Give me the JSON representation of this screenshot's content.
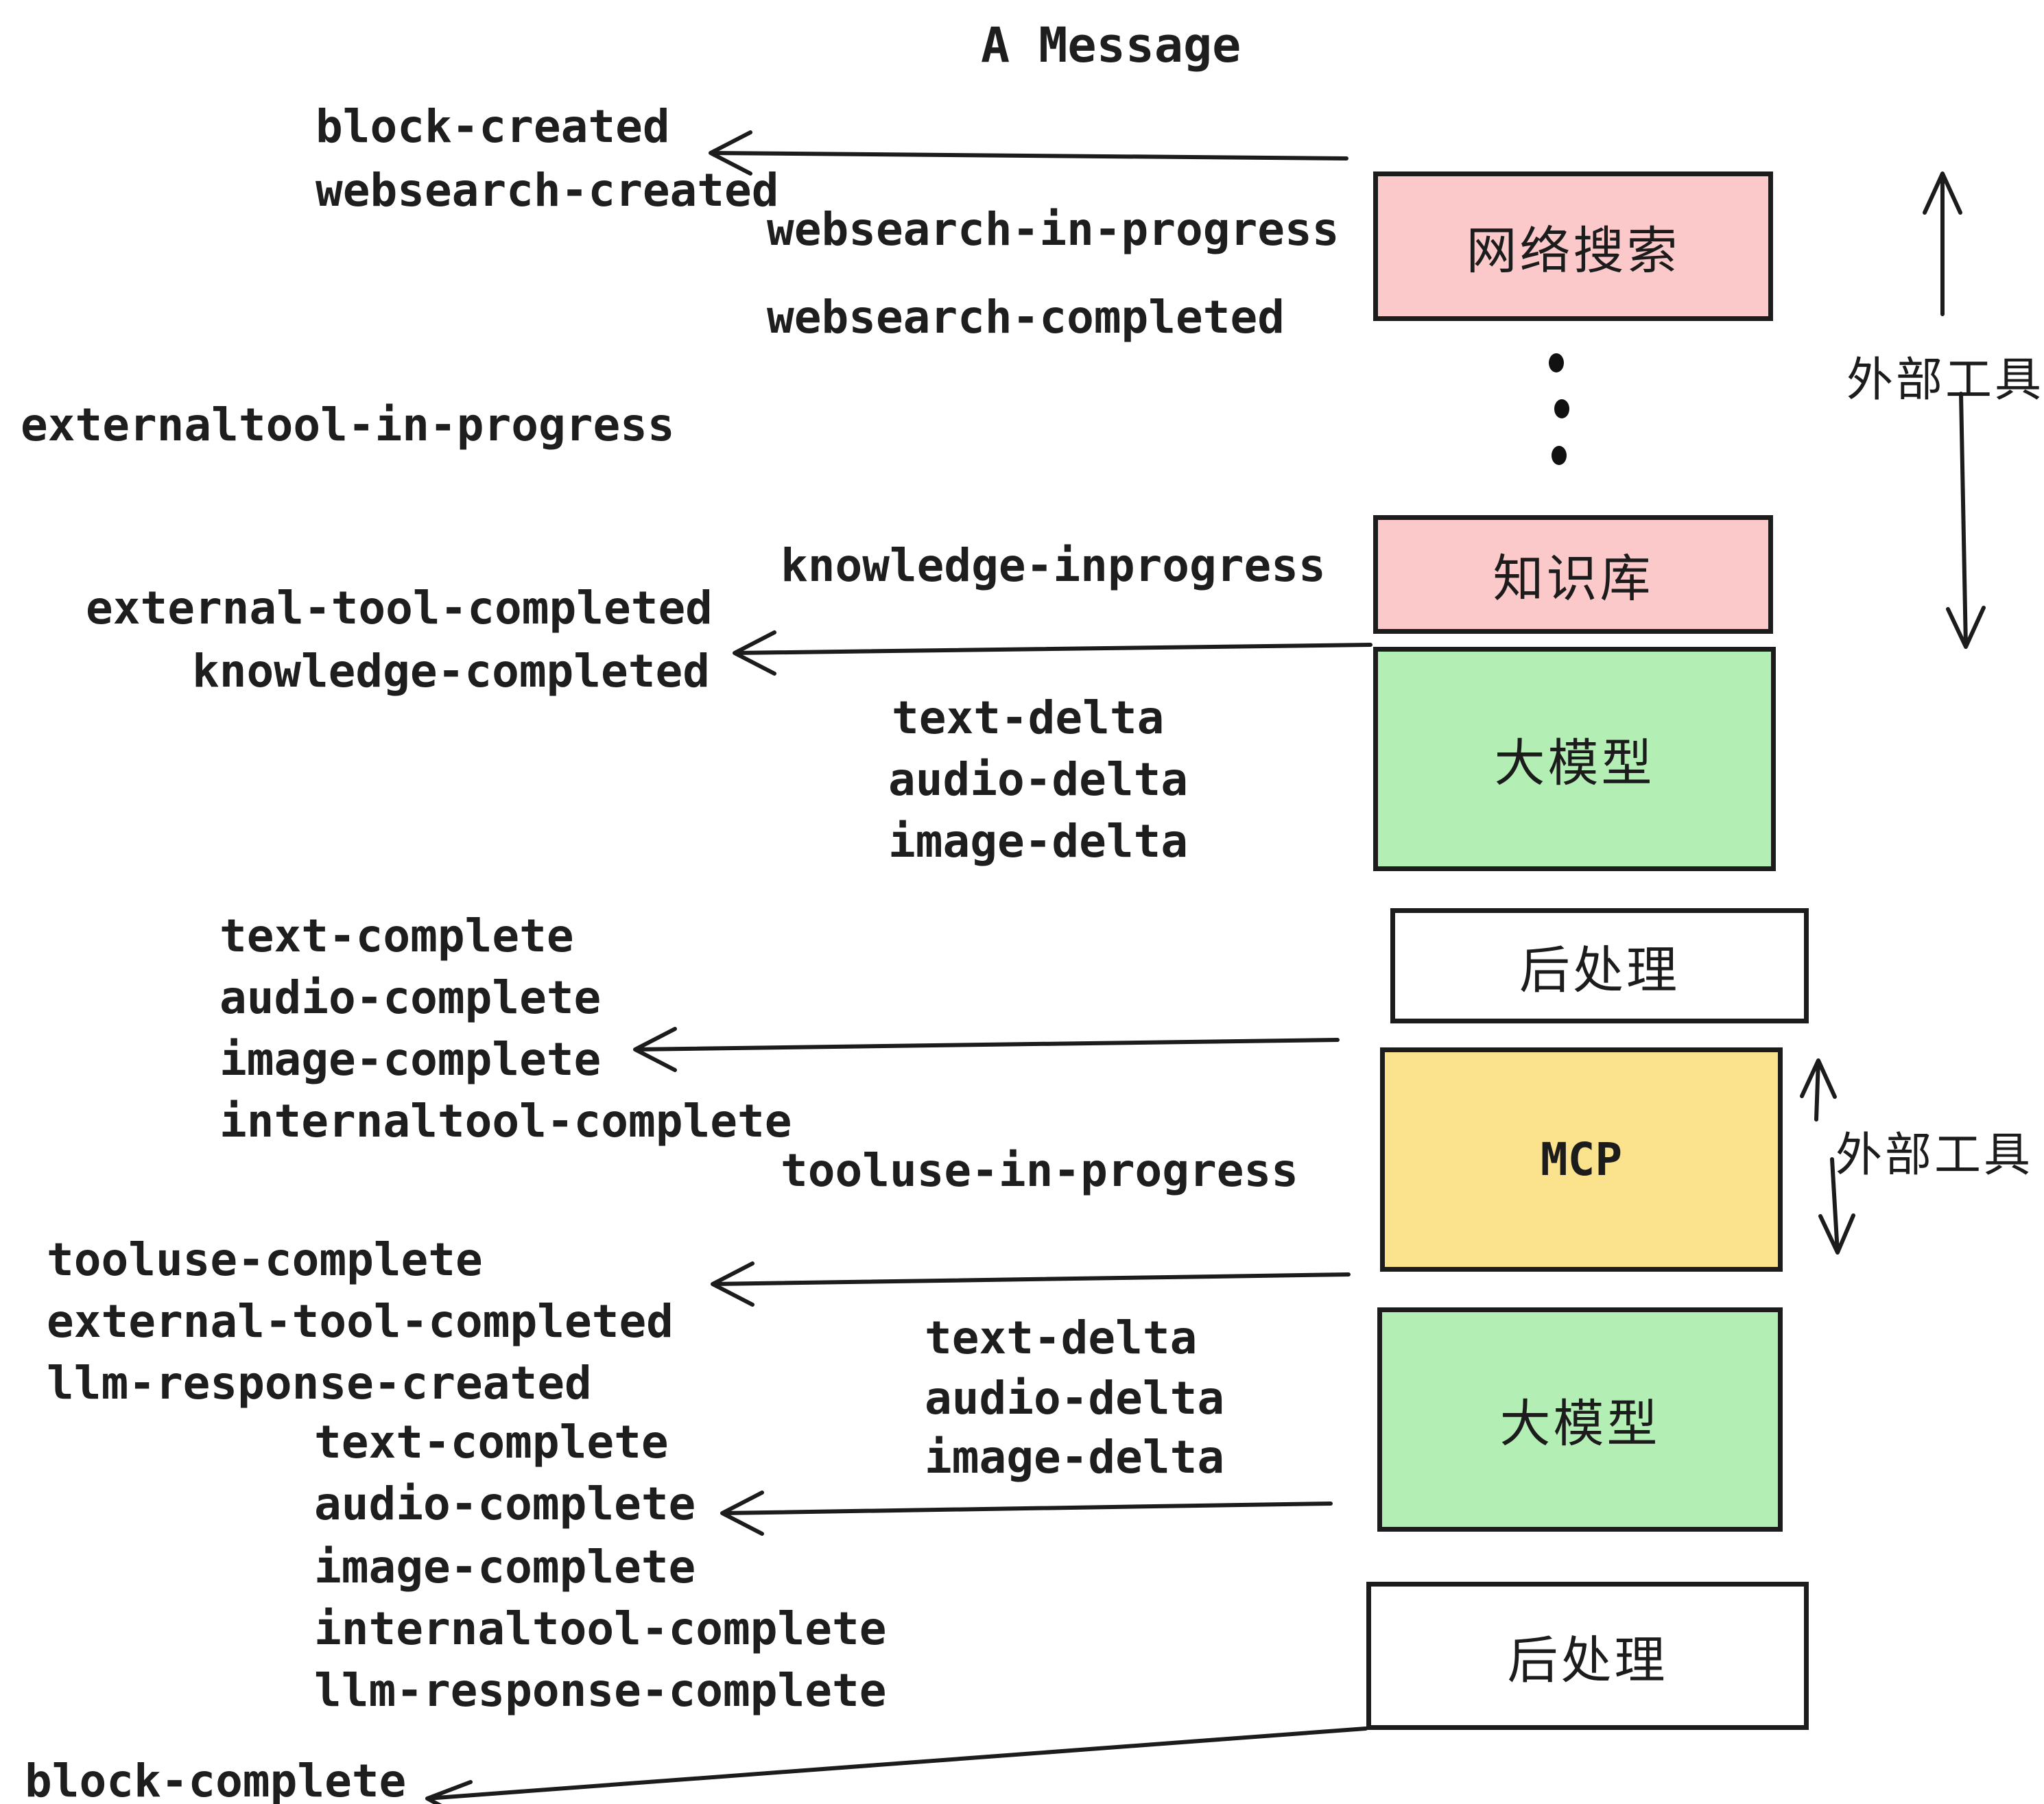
{
  "title": "A Message",
  "colors": {
    "pink": "#fbc9c9",
    "green": "#b3eeb4",
    "yellow": "#fae38c",
    "white": "#ffffff",
    "border": "#1c1c1c",
    "text": "#1e1e1e"
  },
  "boxes": [
    {
      "id": "websearch",
      "label": "网络搜索",
      "color": "#fbc9c9"
    },
    {
      "id": "knowledge",
      "label": "知识库",
      "color": "#fbc9c9"
    },
    {
      "id": "llm1",
      "label": "大模型",
      "color": "#b3eeb4"
    },
    {
      "id": "post1",
      "label": "后处理",
      "color": "#ffffff"
    },
    {
      "id": "mcp",
      "label": "MCP",
      "color": "#fae38c"
    },
    {
      "id": "llm2",
      "label": "大模型",
      "color": "#b3eeb4"
    },
    {
      "id": "post2",
      "label": "后处理",
      "color": "#ffffff"
    }
  ],
  "side_labels": {
    "external_tools_top": "外部工具",
    "external_tools_bottom": "外部工具"
  },
  "events": {
    "block_created": "block-created",
    "websearch_created": "websearch-created",
    "websearch_in_progress": "websearch-in-progress",
    "websearch_completed": "websearch-completed",
    "externaltool_in_progress": "externaltool-in-progress",
    "knowledge_inprogress": "knowledge-inprogress",
    "external_tool_completed_1": "external-tool-completed",
    "knowledge_completed": "knowledge-completed",
    "text_delta_1": "text-delta",
    "audio_delta_1": "audio-delta",
    "image_delta_1": "image-delta",
    "text_complete_1": "text-complete",
    "audio_complete_1": "audio-complete",
    "image_complete_1": "image-complete",
    "internaltool_complete_1": "internaltool-complete",
    "tooluse_in_progress": "tooluse-in-progress",
    "tooluse_complete": "tooluse-complete",
    "external_tool_completed_2": "external-tool-completed",
    "llm_response_created": "llm-response-created",
    "text_delta_2": "text-delta",
    "audio_delta_2": "audio-delta",
    "image_delta_2": "image-delta",
    "text_complete_2": "text-complete",
    "audio_complete_2": "audio-complete",
    "image_complete_2": "image-complete",
    "internaltool_complete_2": "internaltool-complete",
    "llm_response_complete": "llm-response-complete",
    "block_complete": "block-complete"
  }
}
